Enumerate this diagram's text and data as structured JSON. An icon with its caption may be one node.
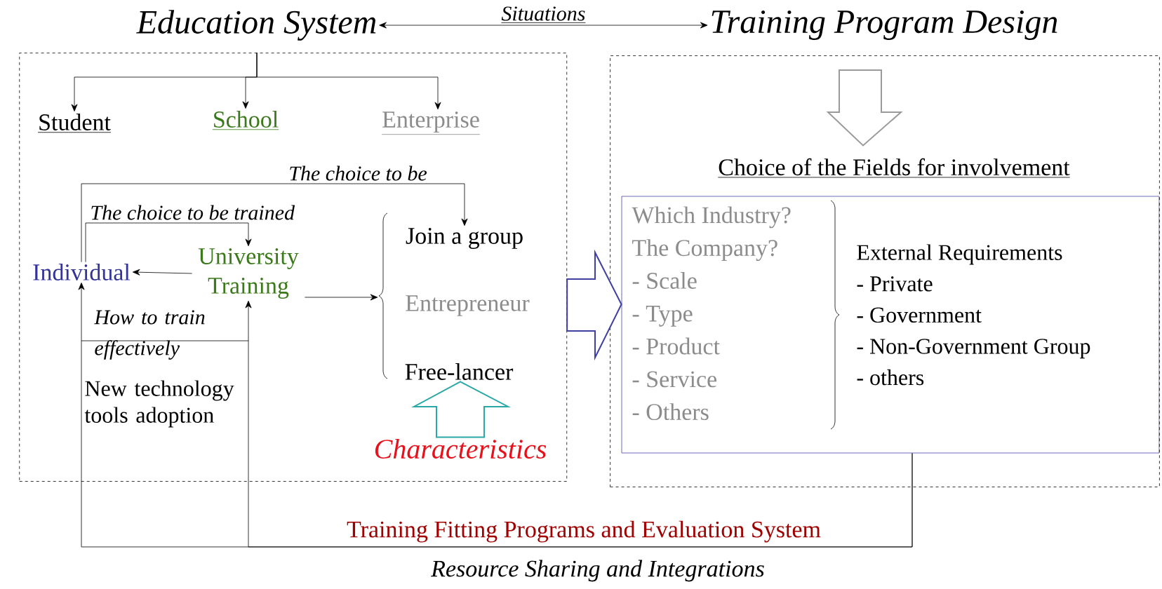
{
  "diagram": {
    "nodes": [
      {
        "text": [
          "Education System"
        ]
      },
      {
        "text": [
          "Training Program Design"
        ]
      },
      {
        "text": [
          "Student"
        ],
        "in": 0
      },
      {
        "text": [
          "School"
        ],
        "in": 0
      },
      {
        "text": [
          "Enterprise"
        ],
        "in": 0
      },
      {
        "text": [
          "Individual"
        ],
        "in": 0
      },
      {
        "text": [
          "University Training"
        ],
        "in": 0
      },
      {
        "text": [
          "Join a group"
        ],
        "in": 0
      },
      {
        "text": [
          "Entrepreneur"
        ],
        "in": 0
      },
      {
        "text": [
          "Free-lancer"
        ],
        "in": 0
      },
      {
        "text": [
          "Characteristics"
        ],
        "in": 0
      },
      {
        "text": [
          "Choice of the Fields for involvement"
        ],
        "in": 1
      },
      {
        "text": [],
        "shape": "box",
        "in": 1
      },
      {
        "text": [
          "Which Industry?",
          "The Company?",
          "- Scale",
          "- Type",
          "- Product",
          "- Service",
          "- Others"
        ],
        "in": 12
      },
      {
        "text": [
          "External Requirements",
          "- Private",
          "- Government",
          "- Non-Government Group",
          "- others"
        ],
        "in": 12
      }
    ],
    "edges": [
      {
        "from": 0,
        "to": 2,
        "arrow": "to"
      },
      {
        "from": 0,
        "to": 3,
        "arrow": "to"
      },
      {
        "from": 0,
        "to": 4,
        "arrow": "to"
      },
      {
        "from": 0,
        "to": 1,
        "arrow": "both",
        "label": "Situations"
      },
      {
        "from": 5,
        "to": 7,
        "arrow": "to",
        "label": "The choice to be"
      },
      {
        "from": 5,
        "to": 6,
        "arrow": "to",
        "label": "The choice to be trained"
      },
      {
        "from": 6,
        "to": 5,
        "arrow": "to"
      },
      {
        "from": 6,
        "to": 8,
        "arrow": "to"
      },
      {
        "from": 10,
        "to": 9,
        "arrow": "to",
        "color": "#2aa7a7"
      },
      {
        "from": 0,
        "to": 12,
        "arrow": "to",
        "color": "#4040a0"
      },
      {
        "from": null,
        "to": 11,
        "arrow": "to",
        "color": "#9a9a9a"
      },
      {
        "from": 12,
        "to": 5,
        "arrow": "to",
        "label": "Training Fitting Programs and Evaluation System"
      },
      {
        "from": 12,
        "to": 6,
        "arrow": "to"
      }
    ],
    "labels": [
      "How to train effectively",
      "New technology tools adoption",
      "Resource Sharing and Integrations"
    ]
  }
}
